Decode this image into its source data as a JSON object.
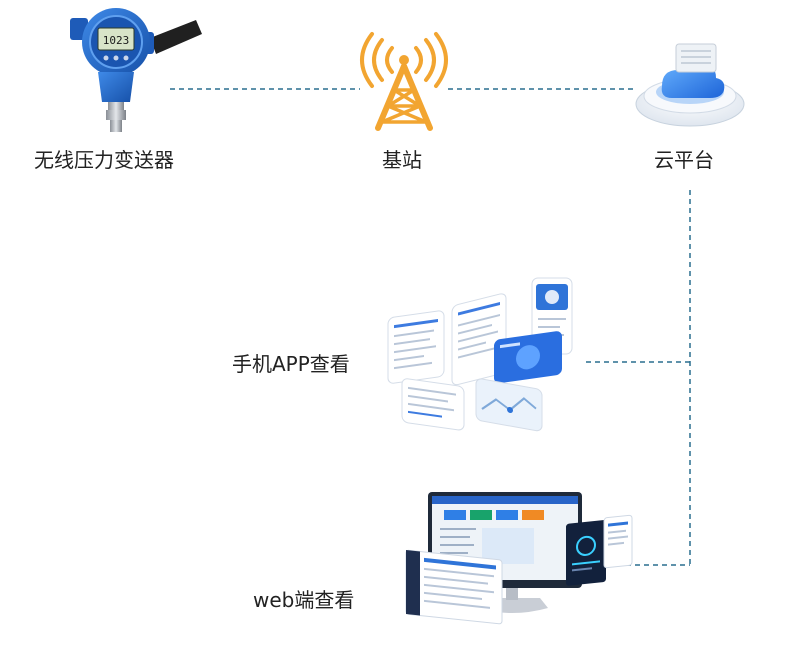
{
  "nodes": {
    "transmitter": "无线压力变送器",
    "station": "基站",
    "cloud": "云平台",
    "app": "手机APP查看",
    "web": "web端查看"
  },
  "device": {
    "display_value": "1023"
  },
  "colors": {
    "device_blue": "#1f63c8",
    "tower_orange": "#f2a531",
    "cloud_blue": "#2f7fe6",
    "connector_line": "#2a6f8f"
  }
}
